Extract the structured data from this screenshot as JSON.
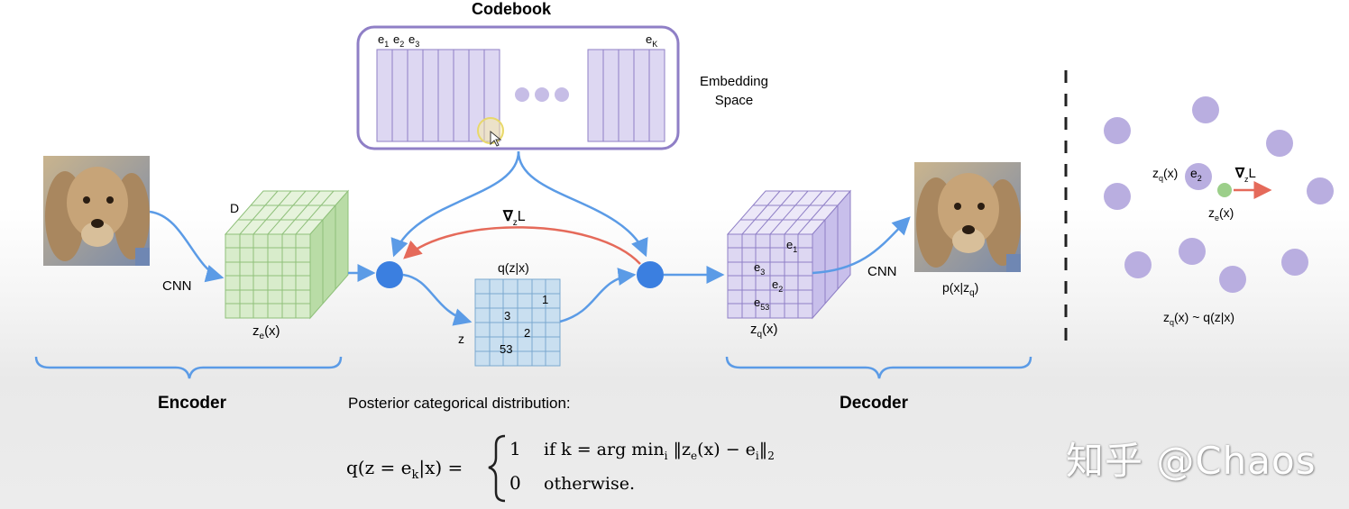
{
  "codebook": {
    "title": "Codebook",
    "e1": "e",
    "e1_sub": "1",
    "e2": "e",
    "e2_sub": "2",
    "e3": "e",
    "e3_sub": "3",
    "ek": "e",
    "ek_sub": "K",
    "space_label_line1": "Embedding",
    "space_label_line2": "Space"
  },
  "encoder": {
    "cnn_label": "CNN",
    "d_label": "D",
    "ze_label": "z",
    "ze_sub": "e",
    "ze_arg": "(x)",
    "section_label": "Encoder"
  },
  "middle": {
    "grad_label": "∇",
    "grad_sub": "z",
    "grad_L": "L",
    "q_label": "q(z|x)",
    "z_label": "z",
    "grid_values": [
      "1",
      "3",
      "2",
      "53"
    ]
  },
  "decoder": {
    "cnn_label": "CNN",
    "cube_labels": [
      {
        "text": "e",
        "sub": "1"
      },
      {
        "text": "e",
        "sub": "3"
      },
      {
        "text": "e",
        "sub": "2"
      },
      {
        "text": "e",
        "sub": "53"
      }
    ],
    "zq_label": "z",
    "zq_sub": "q",
    "zq_arg": "(x)",
    "px_label": "p(x|z",
    "px_sub": "q",
    "px_close": ")",
    "section_label": "Decoder"
  },
  "posterior": {
    "caption": "Posterior categorical distribution:",
    "lhs": "q(z = e",
    "lhs_sub": "k",
    "lhs_end": "|x) =",
    "case1_value": "1",
    "case1_cond": "if k = arg min",
    "case1_sub": "i",
    "case1_norm": " ‖z",
    "case1_norm_sub": "e",
    "case1_norm_end": "(x) − e",
    "case1_ei_sub": "i",
    "case1_close": "‖",
    "case1_close_sub": "2",
    "case2_value": "0",
    "case2_cond": "otherwise."
  },
  "embedding_view": {
    "zq_label": "z",
    "zq_sub": "q",
    "zq_arg": "(x)",
    "e2_label": "e",
    "e2_sub": "2",
    "grad_label": "∇",
    "grad_sub": "z",
    "grad_L": "L",
    "ze_label": "z",
    "ze_sub": "e",
    "ze_arg": "(x)",
    "bottom_label": "z",
    "bottom_sub": "q",
    "bottom_arg": "(x) ~ q(z|x)"
  },
  "watermark": "知乎 @Chaos",
  "colors": {
    "purple": "#b9aee0",
    "purple_fill": "#ddd7f2",
    "purple_border": "#8f7fc6",
    "green_fill": "#d8eccb",
    "green_border": "#8fc07a",
    "blue_fill": "#c9dff0",
    "blue_node": "#3b7fe0",
    "arrow_blue": "#5b9be6",
    "arrow_red": "#e56a5a",
    "dot_green": "#9ccf8a"
  }
}
